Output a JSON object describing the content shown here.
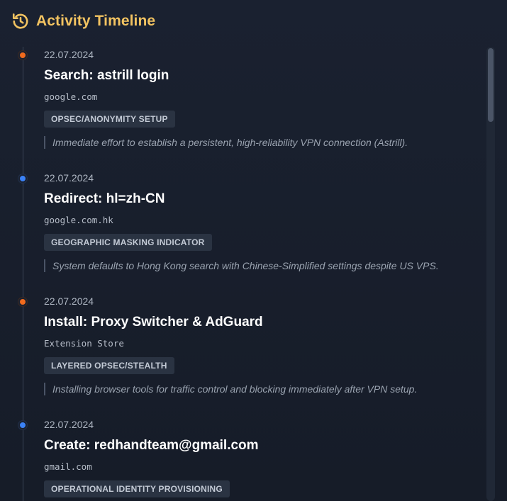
{
  "header": {
    "title": "Activity Timeline",
    "icon": "history-icon",
    "accent_color": "#f2c361"
  },
  "entries": [
    {
      "date": "22.07.2024",
      "title": "Search: astrill login",
      "domain": "google.com",
      "tag": "OPSEC/ANONYMITY SETUP",
      "note": "Immediate effort to establish a persistent, high-reliability VPN connection (Astrill).",
      "dot_color": "orange"
    },
    {
      "date": "22.07.2024",
      "title": "Redirect: hl=zh-CN",
      "domain": "google.com.hk",
      "tag": "GEOGRAPHIC MASKING INDICATOR",
      "note": "System defaults to Hong Kong search with Chinese-Simplified settings despite US VPS.",
      "dot_color": "blue"
    },
    {
      "date": "22.07.2024",
      "title": "Install: Proxy Switcher & AdGuard",
      "domain": "Extension Store",
      "tag": "LAYERED OPSEC/STEALTH",
      "note": "Installing browser tools for traffic control and blocking immediately after VPN setup.",
      "dot_color": "orange"
    },
    {
      "date": "22.07.2024",
      "title": "Create: redhandteam@gmail.com",
      "domain": "gmail.com",
      "tag": "OPERATIONAL IDENTITY PROVISIONING",
      "note": "",
      "dot_color": "blue"
    }
  ],
  "colors": {
    "orange": "#f26b1d",
    "blue": "#3b82f6"
  }
}
